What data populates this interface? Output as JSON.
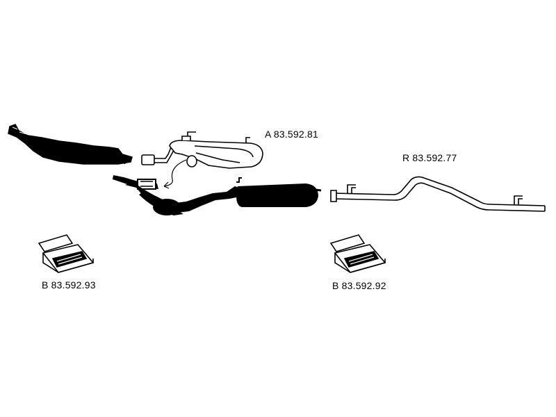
{
  "parts": {
    "front_pipe": {
      "code": ""
    },
    "middle_silencer_assembly": {
      "code": "A 83.592.81"
    },
    "rear_pipe": {
      "code": "R 83.592.77"
    },
    "mounting_kit_left": {
      "code": "B 83.592.93"
    },
    "mounting_kit_right": {
      "code": "B 83.592.92"
    }
  },
  "colors": {
    "ink": "#000000",
    "paper": "#ffffff"
  }
}
